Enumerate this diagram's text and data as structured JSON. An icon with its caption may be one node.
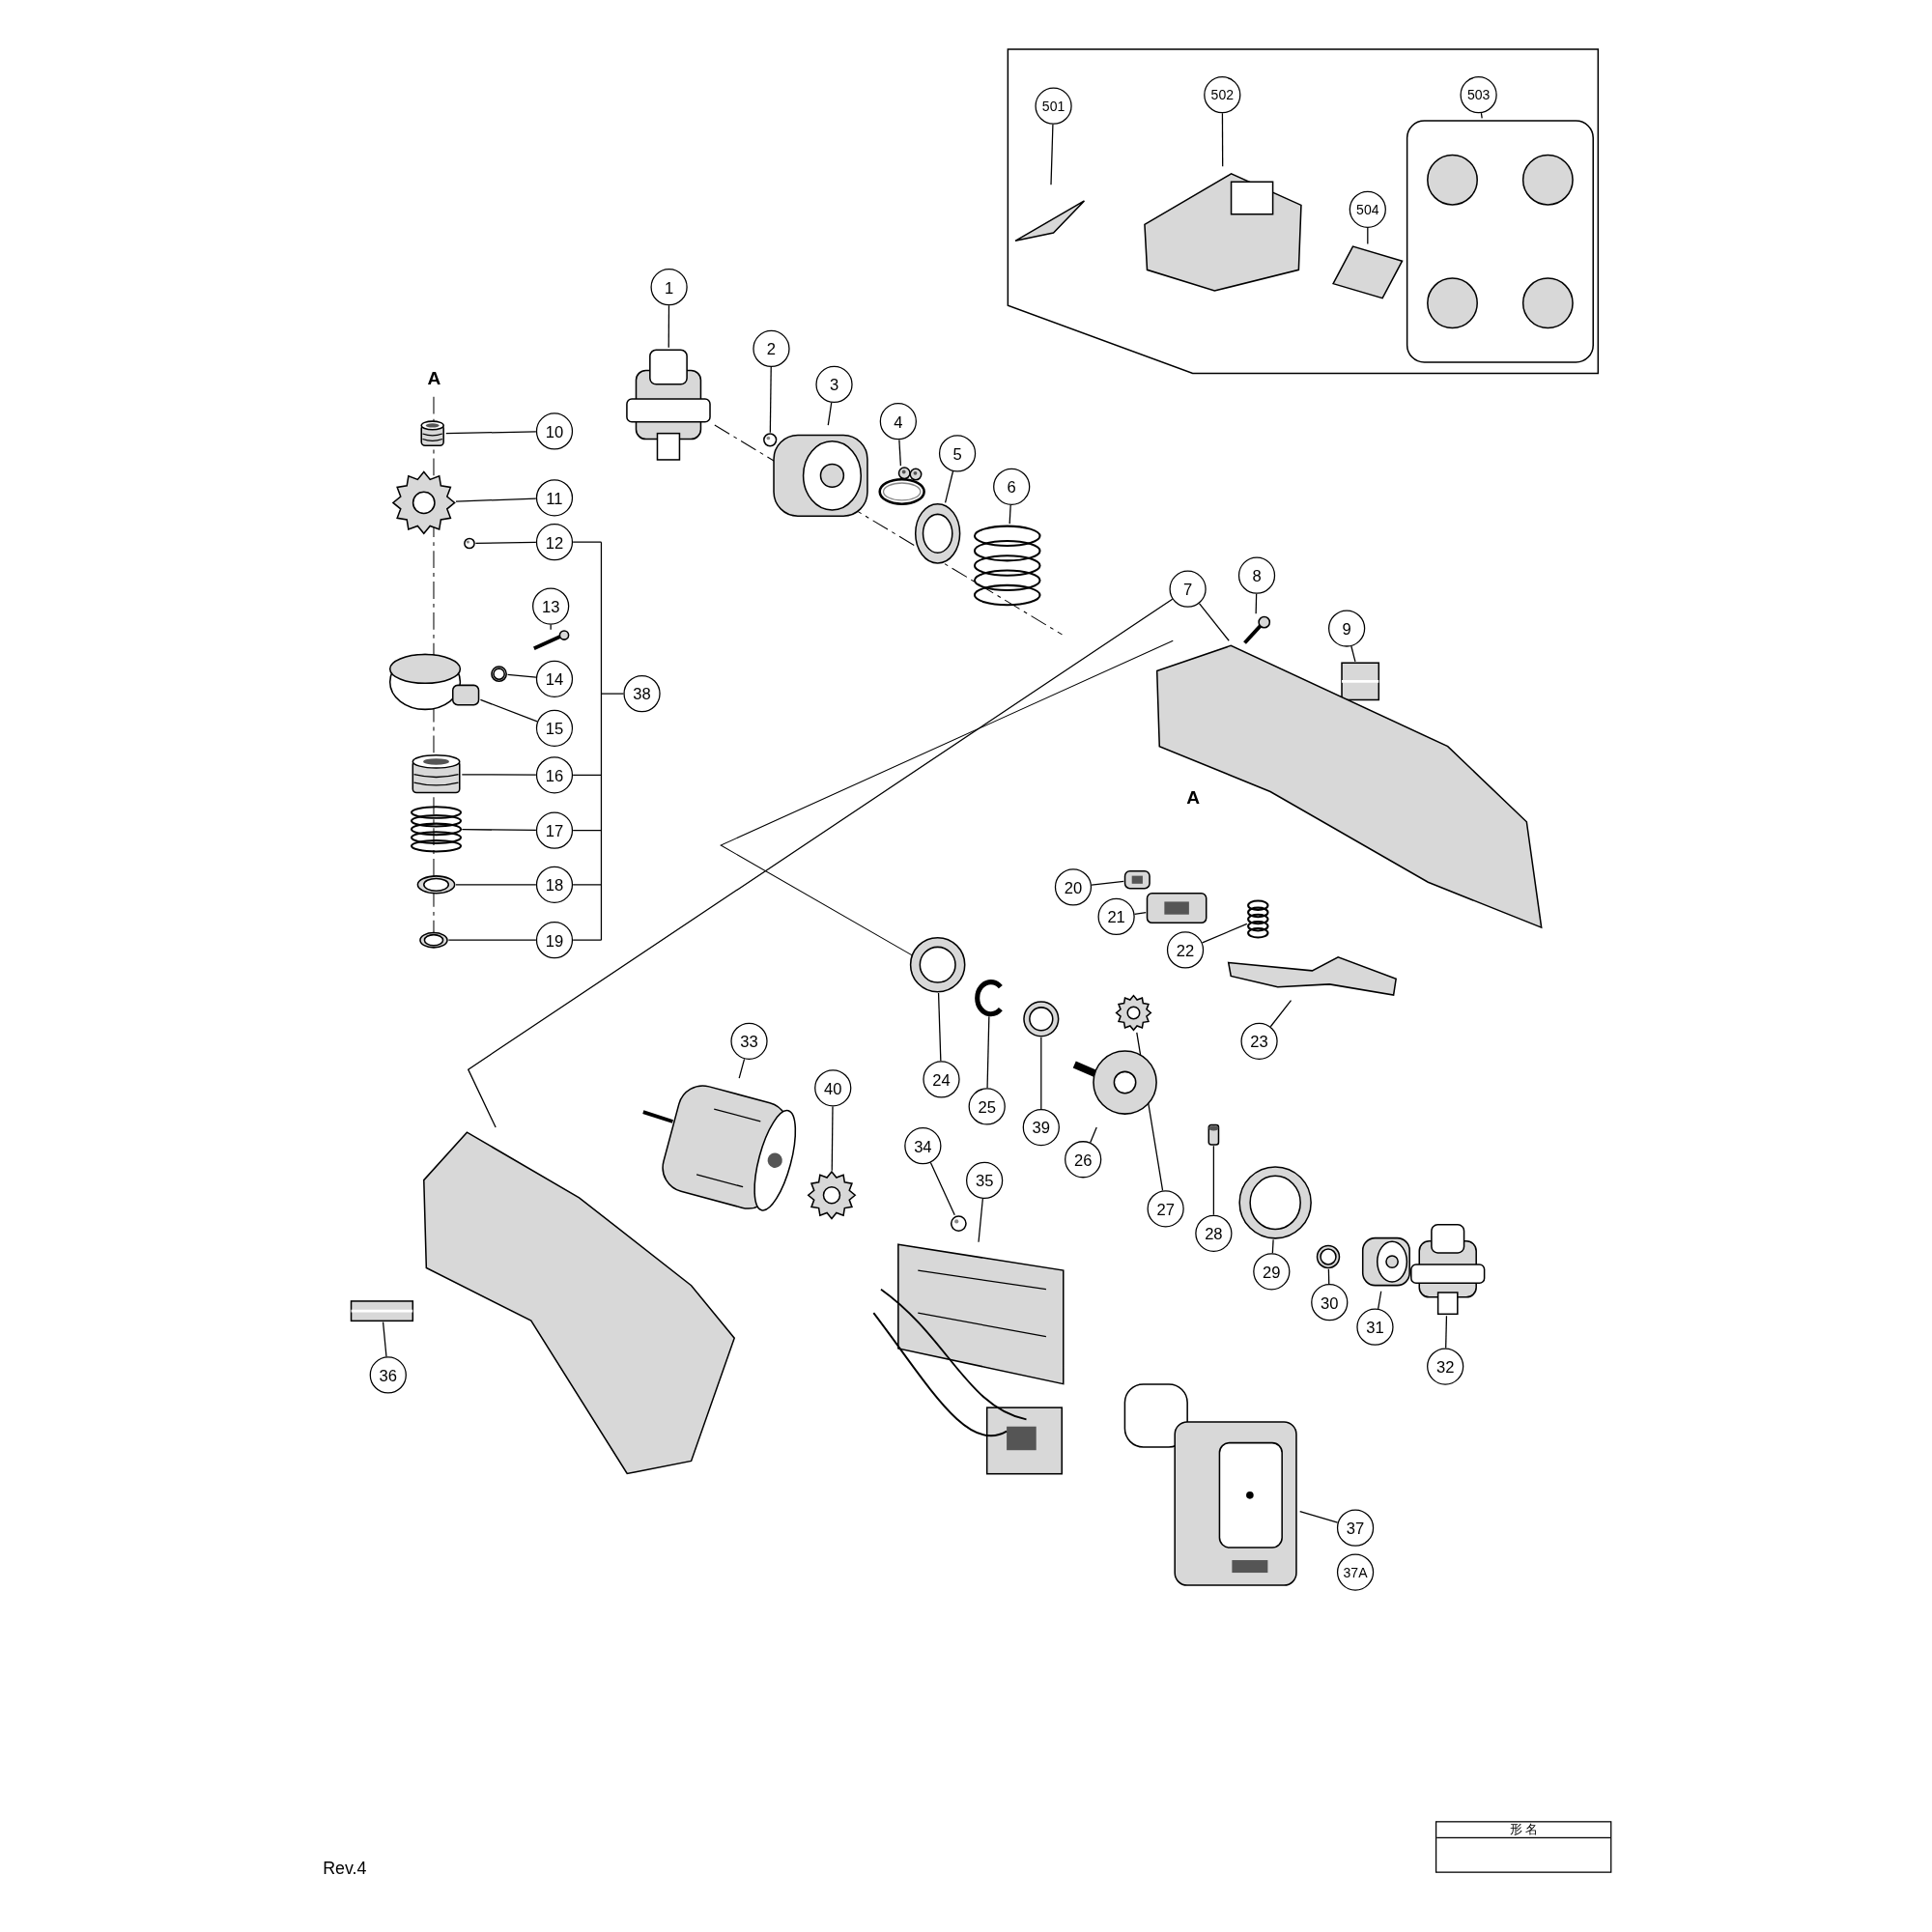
{
  "diagram": {
    "nodes": [
      {
        "text": [],
        "shape": "box"
      },
      {
        "text": [
          "501"
        ],
        "in": 0
      },
      {
        "text": [],
        "shape": "picture",
        "in": 0
      },
      {
        "text": [
          "502"
        ],
        "in": 0
      },
      {
        "text": [],
        "shape": "picture",
        "in": 0
      },
      {
        "text": [
          "503"
        ],
        "in": 0
      },
      {
        "text": [],
        "shape": "picture",
        "in": 0
      },
      {
        "text": [
          "504"
        ],
        "in": 0
      },
      {
        "text": [],
        "shape": "picture",
        "in": 0
      },
      {
        "text": [
          "1"
        ]
      },
      {
        "text": [],
        "shape": "picture"
      },
      {
        "text": [
          "2"
        ]
      },
      {
        "text": [],
        "shape": "circle"
      },
      {
        "text": [
          "3"
        ]
      },
      {
        "text": [],
        "shape": "picture"
      },
      {
        "text": [
          "4"
        ]
      },
      {
        "text": [],
        "shape": "picture"
      },
      {
        "text": [
          "5"
        ]
      },
      {
        "text": [],
        "shape": "picture"
      },
      {
        "text": [
          "6"
        ]
      },
      {
        "text": [],
        "shape": "picture"
      },
      {
        "text": [
          "10"
        ]
      },
      {
        "text": [],
        "shape": "picture"
      },
      {
        "text": [
          "11"
        ]
      },
      {
        "text": [],
        "shape": "picture"
      },
      {
        "text": [
          "12"
        ]
      },
      {
        "text": [],
        "shape": "circle"
      },
      {
        "text": [
          "13"
        ]
      },
      {
        "text": [],
        "shape": "picture"
      },
      {
        "text": [
          "14"
        ]
      },
      {
        "text": [],
        "shape": "picture"
      },
      {
        "text": [
          "15"
        ]
      },
      {
        "text": [],
        "shape": "picture"
      },
      {
        "text": [
          "16"
        ]
      },
      {
        "text": [],
        "shape": "picture"
      },
      {
        "text": [
          "17"
        ]
      },
      {
        "text": [],
        "shape": "picture"
      },
      {
        "text": [
          "18"
        ]
      },
      {
        "text": [],
        "shape": "picture"
      },
      {
        "text": [
          "19"
        ]
      },
      {
        "text": [],
        "shape": "picture"
      },
      {
        "text": [
          "38"
        ]
      },
      {
        "text": [
          "7"
        ]
      },
      {
        "text": [],
        "shape": "picture"
      },
      {
        "text": [],
        "shape": "picture"
      },
      {
        "text": [
          "8"
        ]
      },
      {
        "text": [],
        "shape": "picture"
      },
      {
        "text": [
          "9"
        ]
      },
      {
        "text": [],
        "shape": "box"
      },
      {
        "text": [
          "20"
        ]
      },
      {
        "text": [],
        "shape": "box"
      },
      {
        "text": [
          "21"
        ]
      },
      {
        "text": [],
        "shape": "box"
      },
      {
        "text": [
          "22"
        ]
      },
      {
        "text": [],
        "shape": "picture"
      },
      {
        "text": [
          "23"
        ]
      },
      {
        "text": [],
        "shape": "picture"
      },
      {
        "text": [
          "24"
        ]
      },
      {
        "text": [],
        "shape": "picture"
      },
      {
        "text": [
          "25"
        ]
      },
      {
        "text": [],
        "shape": "picture"
      },
      {
        "text": [
          "39"
        ]
      },
      {
        "text": [],
        "shape": "picture"
      },
      {
        "text": [
          "26"
        ]
      },
      {
        "text": [],
        "shape": "picture"
      },
      {
        "text": [
          "27"
        ]
      },
      {
        "text": [],
        "shape": "picture"
      },
      {
        "text": [
          "28"
        ]
      },
      {
        "text": [],
        "shape": "box"
      },
      {
        "text": [
          "29"
        ]
      },
      {
        "text": [],
        "shape": "picture"
      },
      {
        "text": [
          "30"
        ]
      },
      {
        "text": [],
        "shape": "picture"
      },
      {
        "text": [
          "31"
        ]
      },
      {
        "text": [],
        "shape": "picture"
      },
      {
        "text": [
          "32"
        ]
      },
      {
        "text": [],
        "shape": "picture"
      },
      {
        "text": [
          "33"
        ]
      },
      {
        "text": [],
        "shape": "picture"
      },
      {
        "text": [
          "40"
        ]
      },
      {
        "text": [],
        "shape": "picture"
      },
      {
        "text": [
          "34"
        ]
      },
      {
        "text": [],
        "shape": "circle"
      },
      {
        "text": [
          "35"
        ]
      },
      {
        "text": [],
        "shape": "picture"
      },
      {
        "text": [
          "36"
        ]
      },
      {
        "text": [],
        "shape": "box"
      },
      {
        "text": [
          "37"
        ]
      },
      {
        "text": [],
        "shape": "picture"
      },
      {
        "text": [
          "37A"
        ]
      }
    ],
    "edges": [
      {
        "from": 1,
        "to": 2,
        "arrow": "none"
      },
      {
        "from": 3,
        "to": 4,
        "arrow": "none"
      },
      {
        "from": 5,
        "to": 6,
        "arrow": "none"
      },
      {
        "from": 7,
        "to": 8,
        "arrow": "none"
      },
      {
        "from": 9,
        "to": 10,
        "arrow": "none"
      },
      {
        "from": 11,
        "to": 12,
        "arrow": "none"
      },
      {
        "from": 13,
        "to": 14,
        "arrow": "none"
      },
      {
        "from": 15,
        "to": 16,
        "arrow": "none"
      },
      {
        "from": 17,
        "to": 18,
        "arrow": "none"
      },
      {
        "from": 19,
        "to": 20,
        "arrow": "none"
      },
      {
        "from": 21,
        "to": 22,
        "arrow": "none"
      },
      {
        "from": 23,
        "to": 24,
        "arrow": "none"
      },
      {
        "from": 25,
        "to": 26,
        "arrow": "none"
      },
      {
        "from": 27,
        "to": 28,
        "arrow": "none"
      },
      {
        "from": 29,
        "to": 30,
        "arrow": "none"
      },
      {
        "from": 31,
        "to": 32,
        "arrow": "none"
      },
      {
        "from": 33,
        "to": 34,
        "arrow": "none"
      },
      {
        "from": 35,
        "to": 36,
        "arrow": "none"
      },
      {
        "from": 37,
        "to": 38,
        "arrow": "none"
      },
      {
        "from": 39,
        "to": 40,
        "arrow": "none"
      },
      {
        "from": 42,
        "to": 43,
        "arrow": "none"
      },
      {
        "from": 42,
        "to": 44,
        "arrow": "none"
      },
      {
        "from": 45,
        "to": 46,
        "arrow": "none"
      },
      {
        "from": 47,
        "to": 48,
        "arrow": "none"
      },
      {
        "from": 49,
        "to": 50,
        "arrow": "none"
      },
      {
        "from": 51,
        "to": 52,
        "arrow": "none"
      },
      {
        "from": 53,
        "to": 54,
        "arrow": "none"
      },
      {
        "from": 55,
        "to": 56,
        "arrow": "none"
      },
      {
        "from": 57,
        "to": 58,
        "arrow": "none"
      },
      {
        "from": 59,
        "to": 60,
        "arrow": "none"
      },
      {
        "from": 61,
        "to": 62,
        "arrow": "none"
      },
      {
        "from": 63,
        "to": 64,
        "arrow": "none"
      },
      {
        "from": 65,
        "to": 66,
        "arrow": "none"
      },
      {
        "from": 67,
        "to": 68,
        "arrow": "none"
      },
      {
        "from": 69,
        "to": 70,
        "arrow": "none"
      },
      {
        "from": 71,
        "to": 72,
        "arrow": "none"
      },
      {
        "from": 73,
        "to": 74,
        "arrow": "none"
      },
      {
        "from": 75,
        "to": 76,
        "arrow": "none"
      },
      {
        "from": 77,
        "to": 78,
        "arrow": "none"
      },
      {
        "from": 79,
        "to": 80,
        "arrow": "none"
      },
      {
        "from": 81,
        "to": 82,
        "arrow": "none"
      },
      {
        "from": 83,
        "to": 84,
        "arrow": "none"
      },
      {
        "from": 85,
        "to": 86,
        "arrow": "none"
      },
      {
        "from": 87,
        "to": 88,
        "arrow": "none"
      }
    ],
    "labels": [
      "A",
      "A",
      "形 名",
      "Rev.4"
    ]
  }
}
